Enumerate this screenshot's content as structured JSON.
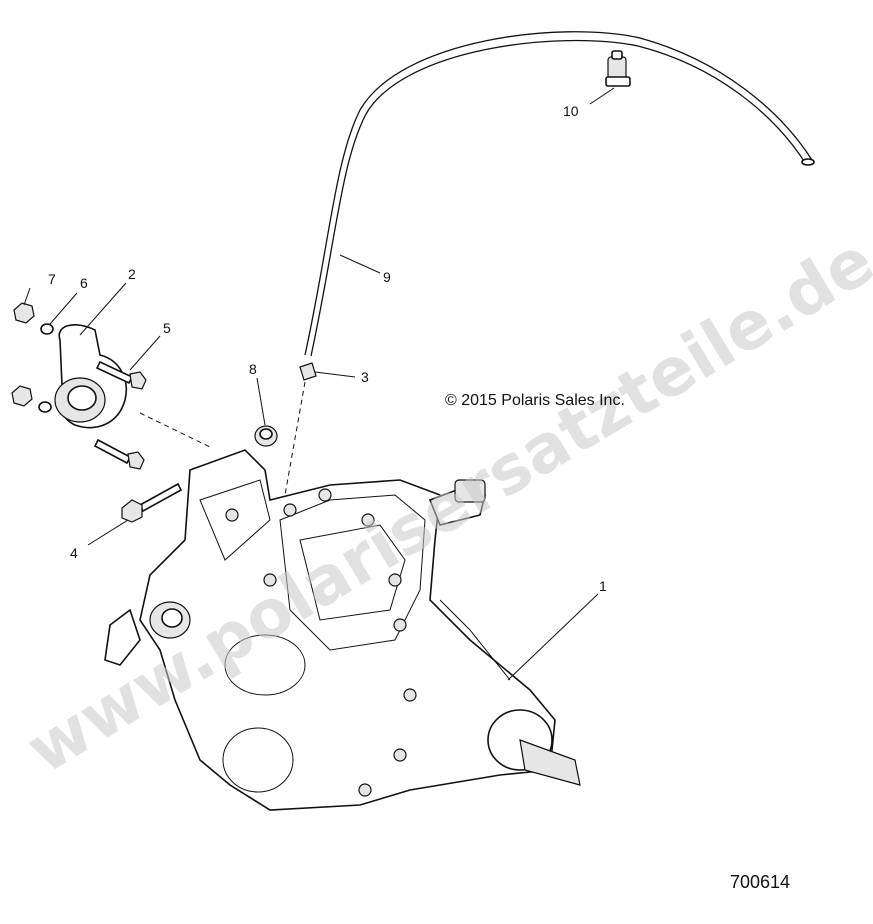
{
  "copyright": "© 2015 Polaris Sales Inc.",
  "figure_number": "700614",
  "watermark": "www.polarisersatzteile.de",
  "callouts": [
    {
      "id": "c1",
      "label": "1"
    },
    {
      "id": "c2",
      "label": "2"
    },
    {
      "id": "c3",
      "label": "3"
    },
    {
      "id": "c4",
      "label": "4"
    },
    {
      "id": "c5",
      "label": "5"
    },
    {
      "id": "c6",
      "label": "6"
    },
    {
      "id": "c7",
      "label": "7"
    },
    {
      "id": "c8",
      "label": "8"
    },
    {
      "id": "c9",
      "label": "9"
    },
    {
      "id": "c10",
      "label": "10"
    }
  ]
}
